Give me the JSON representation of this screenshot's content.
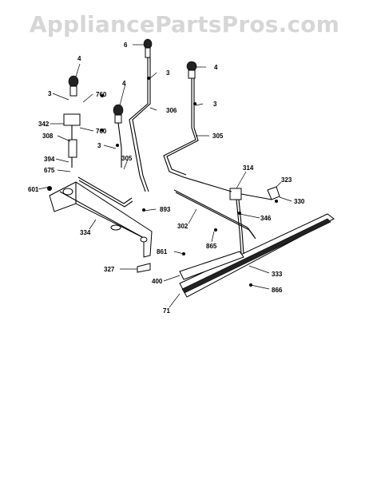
{
  "watermark": "AppliancePartsPros.com",
  "callouts": [
    "6",
    "4",
    "3",
    "306",
    "3",
    "305",
    "4",
    "3",
    "4",
    "760",
    "342",
    "760",
    "308",
    "3",
    "305",
    "394",
    "675",
    "601",
    "314",
    "323",
    "330",
    "893",
    "346",
    "302",
    "334",
    "865",
    "861",
    "327",
    "400",
    "333",
    "866",
    "71"
  ]
}
